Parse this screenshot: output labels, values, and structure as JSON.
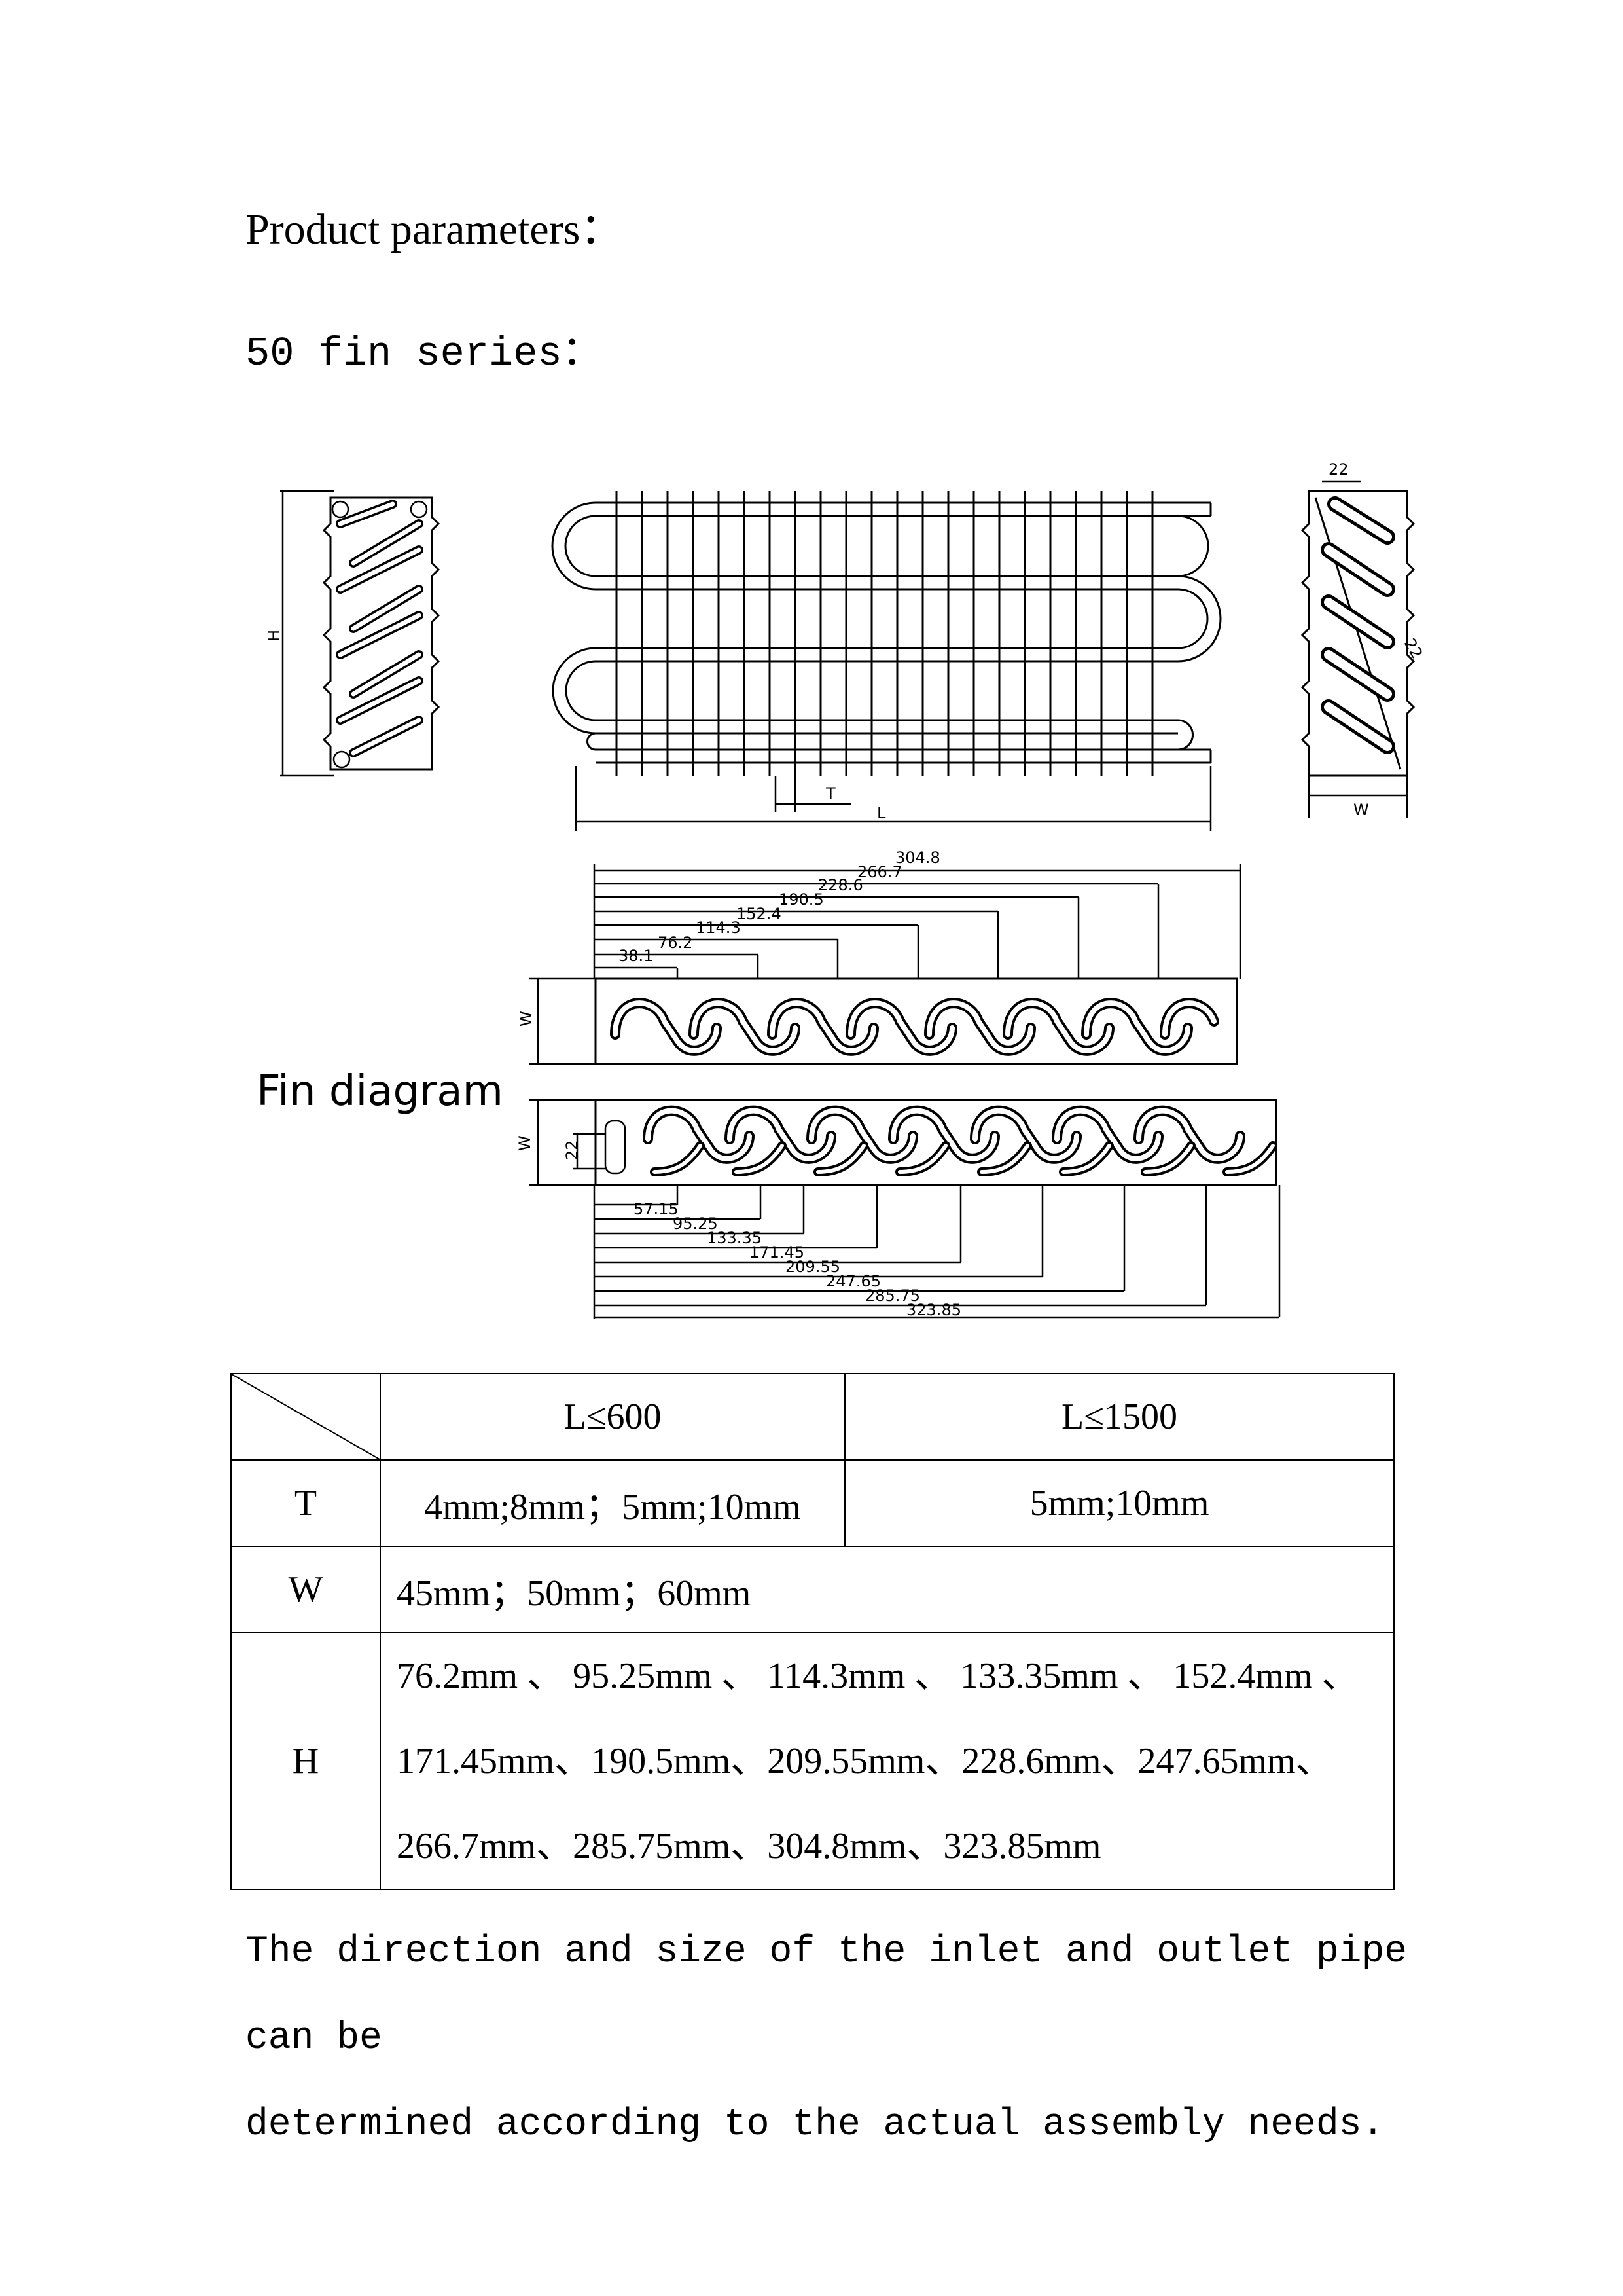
{
  "heading": "Product parameters：",
  "series_title": "50 fin series：",
  "fin_diagram_label": "Fin diagram",
  "drawing_labels": {
    "height": "H",
    "pitch": "T",
    "length": "L",
    "width": "W",
    "spacing": "22"
  },
  "top_fin_dimensions": [
    "304.8",
    "266.7",
    "228.6",
    "190.5",
    "152.4",
    "114.3",
    "76.2",
    "38.1"
  ],
  "bottom_fin_dimensions": [
    "57.15",
    "95.25",
    "133.35",
    "171.45",
    "209.55",
    "247.65",
    "285.75",
    "323.85"
  ],
  "table": {
    "header": [
      "L≤600",
      "L≤1500"
    ],
    "rows": [
      {
        "label": "T",
        "values": [
          "4mm;8mm；5mm;10mm",
          "5mm;10mm"
        ]
      },
      {
        "label": "W",
        "values": [
          "45mm；50mm；60mm"
        ]
      },
      {
        "label": "H",
        "lines": [
          "76.2mm 、 95.25mm 、 114.3mm 、 133.35mm 、 152.4mm 、",
          "171.45mm、190.5mm、209.55mm、228.6mm、247.65mm、",
          "266.7mm、285.75mm、304.8mm、323.85mm"
        ]
      }
    ]
  },
  "note_lines": [
    "The direction and size of the inlet and outlet pipe can be",
    "determined according to the actual assembly needs."
  ]
}
